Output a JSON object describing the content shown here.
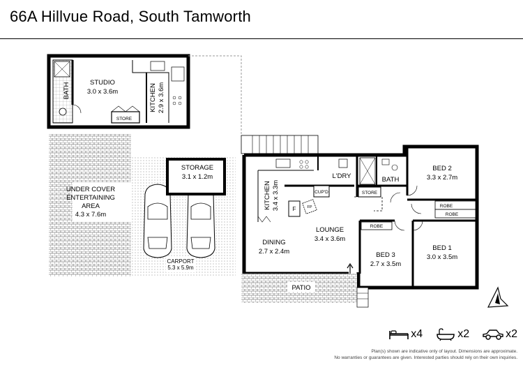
{
  "header": {
    "title": "66A Hillvue Road, South Tamworth"
  },
  "rooms": {
    "studio": {
      "name": "STUDIO",
      "size": "3.0 x 3.6m"
    },
    "bath_studio": {
      "name": "BATH"
    },
    "kitchen_studio": {
      "name": "KITCHEN",
      "size": "2.9 x 3.6m"
    },
    "store_studio": {
      "name": "STORE"
    },
    "storage": {
      "name": "STORAGE",
      "size": "3.1 x 1.2m"
    },
    "entertaining": {
      "name": "UNDER COVER",
      "name2": "ENTERTAINING",
      "name3": "AREA",
      "size": "4.3 x 7.6m"
    },
    "carport": {
      "name": "CARPORT",
      "size": "5.3 x 5.9m"
    },
    "kitchen": {
      "name": "KITCHEN",
      "size": "3.4 x 3.3m"
    },
    "laundry": {
      "name": "L'DRY"
    },
    "bath": {
      "name": "BATH"
    },
    "store": {
      "name": "STORE"
    },
    "bed2": {
      "name": "BED 2",
      "size": "3.3 x 2.7m"
    },
    "lounge": {
      "name": "LOUNGE",
      "size": "3.4 x 3.6m"
    },
    "dining": {
      "name": "DINING",
      "size": "2.7 x 2.4m"
    },
    "bed3": {
      "name": "BED 3",
      "size": "2.7 x 3.5m"
    },
    "bed1": {
      "name": "BED 1",
      "size": "3.0 x 3.5m"
    },
    "patio": {
      "name": "PATIO"
    },
    "cupd": {
      "name": "CUP'D"
    },
    "fridge": {
      "name": "F"
    },
    "fp": {
      "name": "FP"
    },
    "robe_bed3": {
      "name": "ROBE"
    },
    "robe_a": {
      "name": "ROBE"
    },
    "robe_b": {
      "name": "ROBE"
    }
  },
  "features": {
    "bedrooms": "x4",
    "bathrooms": "x2",
    "cars": "x2",
    "bed_icon": "bed-icon",
    "bath_icon": "bathtub-icon",
    "car_icon": "car-icon"
  },
  "disclaimer": {
    "line1": "Plan(s) shown are indicative only of layout. Dimensions are approximate.",
    "line2": "No warranties or guarantees are given. Interested parties should rely on their own inquiries."
  },
  "compass": {
    "icon": "north-arrow-icon"
  }
}
